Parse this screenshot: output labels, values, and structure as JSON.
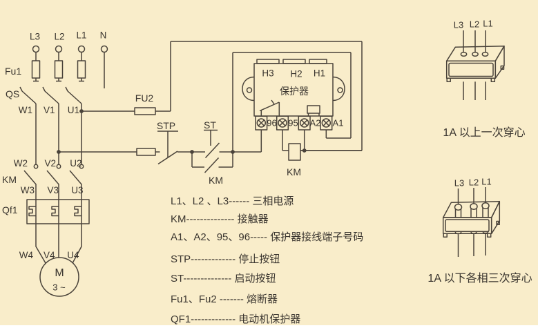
{
  "colors": {
    "background": "#f9edca",
    "line": "#4a433a",
    "text": "#3a352f"
  },
  "power": {
    "phases": [
      "L3",
      "L2",
      "L1"
    ],
    "neutral": "N",
    "fuse1": "Fu1",
    "switch": "QS",
    "row1": [
      "W1",
      "V1",
      "U1"
    ],
    "row2": [
      "W2",
      "V2",
      "U2"
    ],
    "contactor": "KM",
    "row3": [
      "W3",
      "V3",
      "U3"
    ],
    "breaker": "Qf1",
    "row4": [
      "W4",
      "V4",
      "U4"
    ],
    "motor_letter": "M",
    "motor_phase": "3 ~"
  },
  "control": {
    "fuse2": "FU2",
    "stop": "STP",
    "start": "ST",
    "aux_contact": "KM",
    "coil": "KM"
  },
  "protector": {
    "top_terminals": [
      "H3",
      "H2",
      "H1"
    ],
    "name": "保护器",
    "bottom_terminals": [
      "96",
      "95",
      "A2",
      "A1"
    ]
  },
  "legend": {
    "rows": [
      "L1、L2 、L3------ 三相电源",
      "KM-------------- 接触器",
      "A1、A2、95、96----- 保护器接线端子号码",
      "STP------------- 停止按钮",
      "ST-------------- 启动按钮",
      "Fu1、Fu2 ------- 熔断器",
      "QF1------------- 电动机保护器"
    ]
  },
  "diagram_top": {
    "phases": [
      "L3",
      "L2",
      "L1"
    ],
    "caption": "1A 以上一次穿心"
  },
  "diagram_bottom": {
    "phases": [
      "L3",
      "L2",
      "L1"
    ],
    "caption": "1A 以下各相三次穿心"
  }
}
